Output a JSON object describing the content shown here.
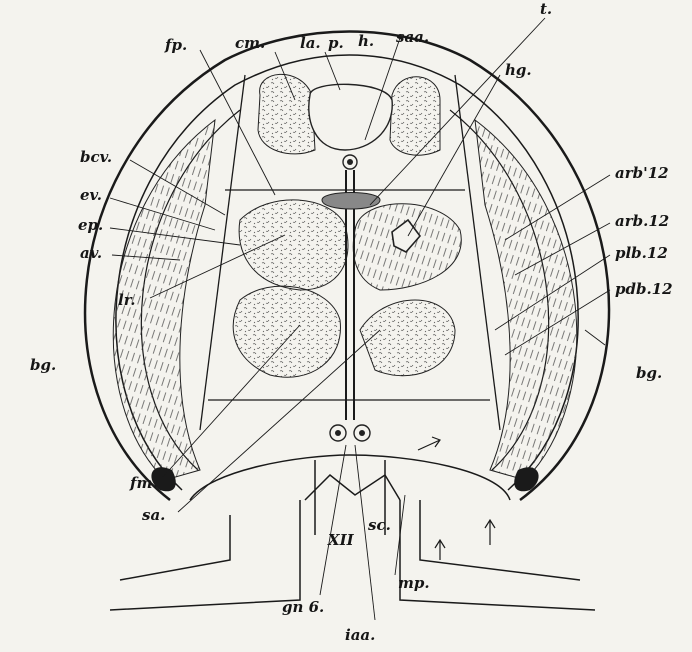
{
  "labels": {
    "cm": "cm.",
    "la": "la.",
    "p": "p.",
    "h": "h.",
    "saa": "saa.",
    "fp": "fp.",
    "t": "t.",
    "hg": "hg.",
    "arb12p": "arb'12",
    "bcv": "bcv.",
    "ev": "ev.",
    "ep": "ep.",
    "av": "av.",
    "arb12": "arb.12",
    "plb12": "plb.12",
    "pdb12": "pdb.12",
    "lr": "lr.",
    "bg_left": "bg.",
    "bg_right": "bg.",
    "fm": "fm.",
    "sa": "sa.",
    "XII": "XII",
    "sc": "sc.",
    "mp": "mp.",
    "gn6": "gn 6.",
    "iaa": "iaa."
  },
  "colors": {
    "ink": "#1a1a1a",
    "paper": "#f4f3ee",
    "muscle": "#dcdcd4"
  }
}
